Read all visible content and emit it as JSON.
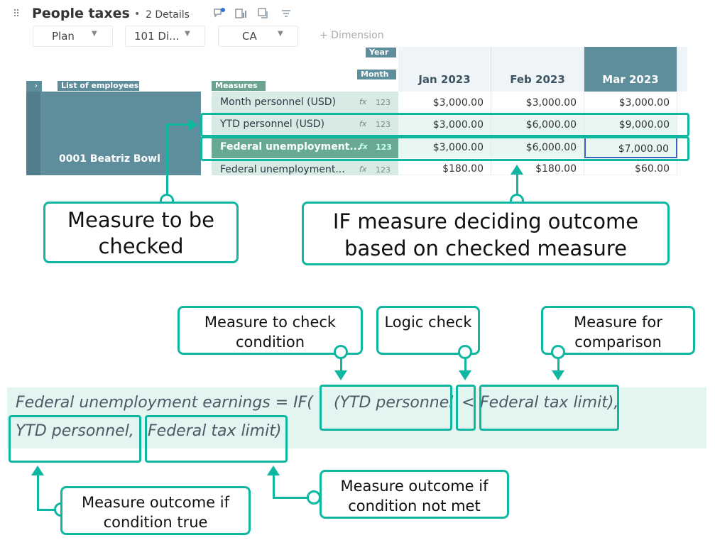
{
  "header": {
    "title": "People taxes",
    "separator": "•",
    "details": "2 Details",
    "filters": [
      "Plan",
      "101 Di...",
      "CA"
    ],
    "add_dimension": "+ Dimension"
  },
  "grid": {
    "year_label": "Year",
    "month_label": "Month",
    "list_label": "List of employees",
    "measures_label": "Measures",
    "employee": "0001 Beatriz Bowl",
    "columns": [
      "Jan 2023",
      "Feb 2023",
      "Mar 2023"
    ],
    "rows": [
      {
        "label": "Month personnel (USD)",
        "fx": "fx",
        "num": "123",
        "values": [
          "$3,000.00",
          "$3,000.00",
          "$3,000.00"
        ]
      },
      {
        "label": "YTD personnel (USD)",
        "fx": "fx",
        "num": "123",
        "values": [
          "$3,000.00",
          "$6,000.00",
          "$9,000.00"
        ]
      },
      {
        "label": "Federal unemployment...",
        "fx": "fx",
        "num": "123",
        "values": [
          "$3,000.00",
          "$6,000.00",
          "$7,000.00"
        ]
      },
      {
        "label": "Federal unemployment...",
        "fx": "fx",
        "num": "123",
        "values": [
          "$180.00",
          "$180.00",
          "$60.00"
        ]
      }
    ]
  },
  "callouts": {
    "measure_checked": "Measure to be checked",
    "if_measure": "IF measure deciding outcome based on checked measure",
    "check_condition": "Measure to check condition",
    "logic_check": "Logic check",
    "comparison": "Measure for comparison",
    "outcome_true": "Measure outcome if condition true",
    "outcome_not_met": "Measure outcome if condition not met"
  },
  "formula": {
    "prefix": "Federal unemployment earnings = IF(",
    "check": "(YTD personnel",
    "operator": "<",
    "compare": "Federal tax limit),",
    "true_val": "YTD personnel,",
    "false_val": "Federal tax limit)"
  },
  "colors": {
    "accent": "#10b7a0",
    "header_band": "#5e8d9c",
    "measure_bg": "#d7ebe4"
  }
}
